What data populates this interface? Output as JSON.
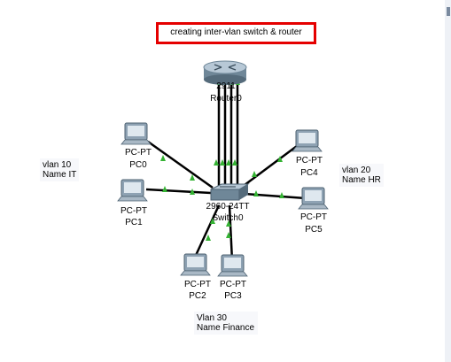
{
  "title": "creating inter-vlan switch & router",
  "router": {
    "model": "2911",
    "name": "Router0"
  },
  "switch": {
    "model": "2960-24TT",
    "name": "Switch0"
  },
  "pcs": [
    {
      "type": "PC-PT",
      "name": "PC0"
    },
    {
      "type": "PC-PT",
      "name": "PC1"
    },
    {
      "type": "PC-PT",
      "name": "PC2"
    },
    {
      "type": "PC-PT",
      "name": "PC3"
    },
    {
      "type": "PC-PT",
      "name": "PC4"
    },
    {
      "type": "PC-PT",
      "name": "PC5"
    }
  ],
  "notes": {
    "vlan10": {
      "line1": "vlan 10",
      "line2": "Name IT"
    },
    "vlan20": {
      "line1": "vlan 20",
      "line2": "Name HR"
    },
    "vlan30": {
      "line1": "Vlan 30",
      "line2": "Name Finance"
    }
  },
  "colors": {
    "link": "#000000",
    "link_up": "#34b233",
    "title_border": "#e50000"
  }
}
